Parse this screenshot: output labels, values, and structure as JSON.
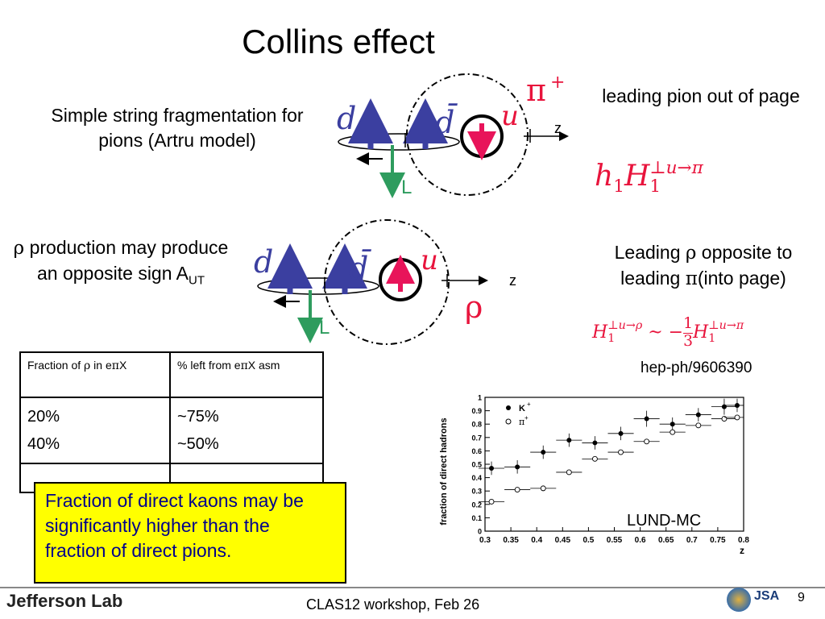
{
  "title": "Collins effect",
  "top_left_text": "Simple string fragmentation for pions (Artru model)",
  "rho_text": {
    "rho": "ρ",
    "rest": " production may produce an opposite sign A",
    "sub": "UT"
  },
  "right_top": {
    "text": "leading pion out of page",
    "formula_base": "h",
    "formula_sub1": "1",
    "formula_H": "H",
    "formula_sup": "⊥u→π",
    "formula_sub2": "1"
  },
  "right_mid": {
    "line1_a": "Leading ",
    "rho": "ρ",
    "line1_b": " opposite to",
    "line2_a": "leading ",
    "pi": "π",
    "line2_b": "(into page)"
  },
  "formula2": {
    "H": "H",
    "sup1": "⊥u→ρ",
    "sub1": "1",
    "sim": "~ −",
    "num": "1",
    "den": "3",
    "sup2": "⊥u→π",
    "sub2": "1"
  },
  "reference": "hep-ph/9606390",
  "diagram1": {
    "q1": "d",
    "q2": "d̄",
    "q3": "u",
    "meson": "π",
    "meson_sup": "+",
    "axis": "z",
    "L": "L"
  },
  "diagram2": {
    "q1": "d",
    "q2": "d̄",
    "q3": "u",
    "meson": "ρ",
    "axis": "z",
    "L": "L"
  },
  "table": {
    "header1_a": "Fraction of ",
    "header1_rho": "ρ",
    "header1_b": " in e",
    "header1_pi": "π",
    "header1_c": "X",
    "header2_a": "% left from e",
    "header2_pi": "π",
    "header2_b": "X asm",
    "rows": [
      {
        "fraction": "20%",
        "left": "~75%"
      },
      {
        "fraction": "40%",
        "left": "~50%"
      }
    ]
  },
  "callout": "Fraction of direct kaons may be significantly higher than the fraction of direct pions.",
  "chart_data": {
    "type": "scatter",
    "ylabel": "fraction of direct hadrons",
    "xlabel": "z",
    "xlim": [
      0.3,
      0.8
    ],
    "ylim": [
      0,
      1
    ],
    "x_ticks": [
      "0.3",
      "0.35",
      "0.4",
      "0.45",
      "0.5",
      "0.55",
      "0.6",
      "0.65",
      "0.7",
      "0.75",
      "0.8"
    ],
    "y_ticks": [
      "0",
      "0.1",
      "0.2",
      "0.3",
      "0.4",
      "0.5",
      "0.6",
      "0.7",
      "0.8",
      "0.9",
      "1"
    ],
    "legend": {
      "placement": "top-left",
      "entries": [
        "K",
        "π"
      ],
      "sups": [
        "+",
        "+"
      ]
    },
    "series": [
      {
        "name": "K+",
        "marker": "filled",
        "x": [
          0.3125,
          0.3625,
          0.4125,
          0.4625,
          0.5125,
          0.5625,
          0.6125,
          0.6625,
          0.7125,
          0.7625,
          0.7875
        ],
        "y": [
          0.47,
          0.48,
          0.59,
          0.68,
          0.66,
          0.73,
          0.84,
          0.8,
          0.87,
          0.93,
          0.94
        ],
        "yerr": [
          0.05,
          0.05,
          0.05,
          0.05,
          0.05,
          0.05,
          0.06,
          0.05,
          0.05,
          0.06,
          0.05
        ]
      },
      {
        "name": "π+",
        "marker": "open",
        "x": [
          0.3125,
          0.3625,
          0.4125,
          0.4625,
          0.5125,
          0.5625,
          0.6125,
          0.6625,
          0.7125,
          0.7625,
          0.7875
        ],
        "y": [
          0.22,
          0.31,
          0.32,
          0.44,
          0.54,
          0.59,
          0.67,
          0.74,
          0.79,
          0.84,
          0.85
        ],
        "yerr": [
          0.01,
          0.01,
          0.01,
          0.01,
          0.01,
          0.01,
          0.01,
          0.02,
          0.02,
          0.02,
          0.02
        ]
      }
    ]
  },
  "lund_label": "LUND-MC",
  "footer": {
    "text": "CLAS12 workshop,  Feb 26",
    "page": "9",
    "logo": "Jefferson Lab",
    "jsa": "JSA"
  },
  "colors": {
    "red": "#e8143c",
    "blue": "#3b3fa0",
    "green": "#2e9c5e",
    "callout_bg": "#ffff00",
    "callout_text": "#00008b",
    "magenta": "#e8145a"
  }
}
